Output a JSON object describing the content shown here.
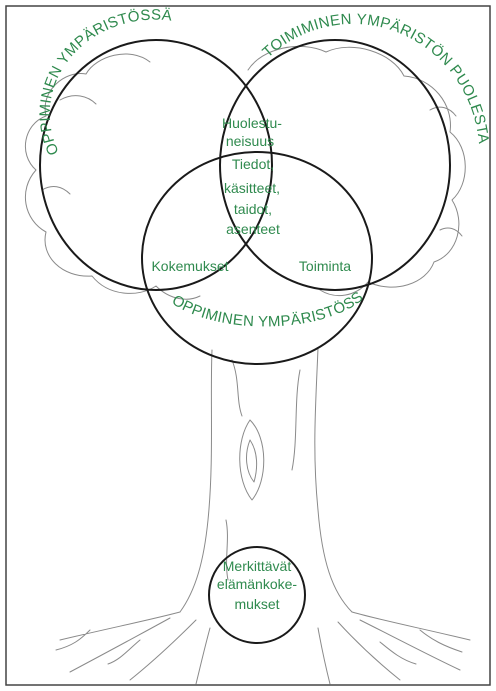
{
  "diagram": {
    "arc_labels": {
      "top_left": "OPPIMINEN YMPÄRISTÖSSÄ",
      "top_right": "TOIMIMINEN YMPÄRISTÖN PUOLESTA",
      "bottom": "OPPIMINEN YMPÄRISTÖSSÄ"
    },
    "center_labels": {
      "top_line1": "Huolestu-",
      "top_line2": "neisuus",
      "mid_line1": "Tiedot,",
      "mid_line2": "käsitteet,",
      "mid_line3": "taidot,",
      "mid_line4": "asenteet",
      "left": "Kokemukset",
      "right": "Toiminta"
    },
    "root_labels": {
      "line1": "Merkittävät",
      "line2": "elämänkoke-",
      "line3": "mukset"
    },
    "colors": {
      "text": "#2f8a4e",
      "outline": "#1a1a1a",
      "sketch": "#8a8a8a",
      "border": "#444444"
    }
  }
}
